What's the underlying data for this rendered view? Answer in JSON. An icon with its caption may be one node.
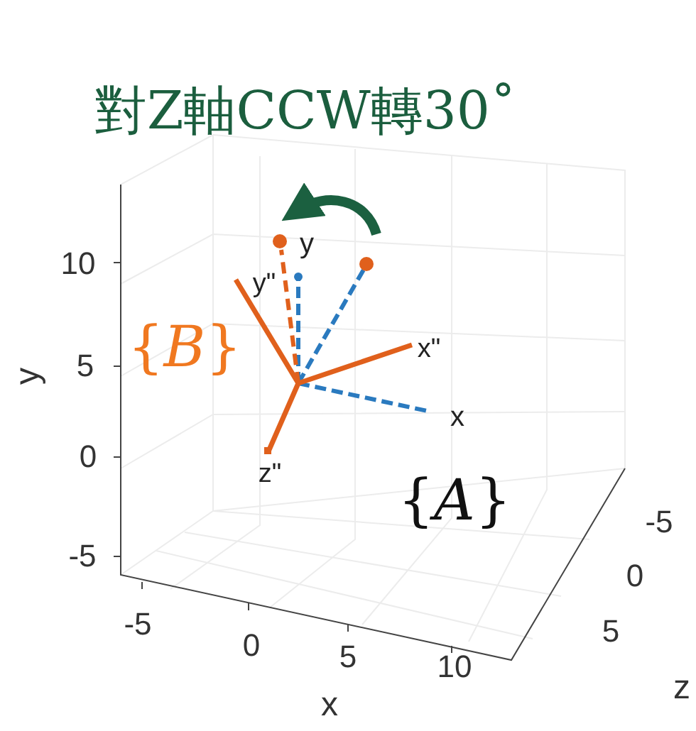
{
  "diagram": {
    "title": "對Z軸CCW轉30˚",
    "labels": [
      "y",
      "10",
      "y\"",
      "{*B*}",
      "5",
      "x\"",
      "y",
      "x",
      "0",
      "z\"",
      "{*A*}",
      "-5",
      "-5",
      "0",
      "-5",
      "5",
      "0",
      "5",
      "10",
      "z",
      "x"
    ]
  }
}
